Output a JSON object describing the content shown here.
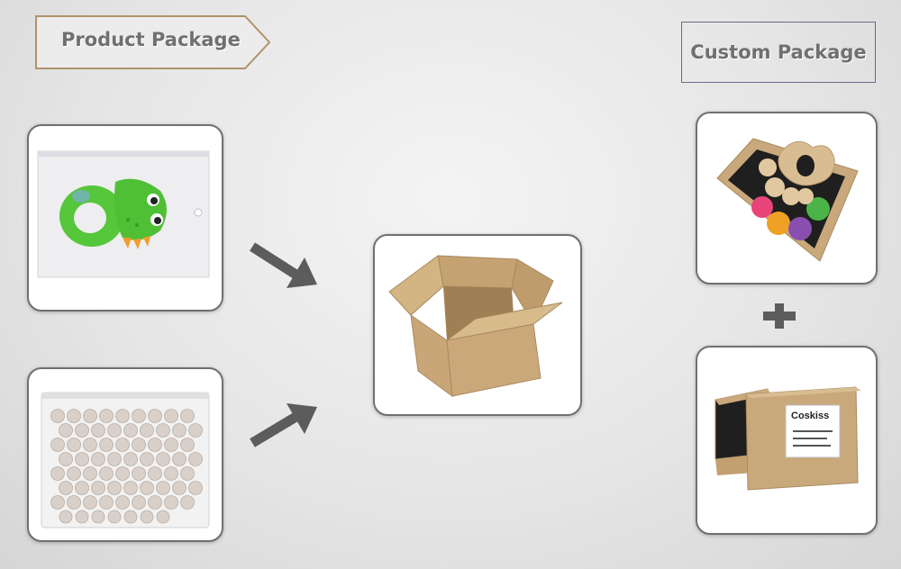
{
  "banners": {
    "product_package": "Product Package",
    "custom_package": "Custom Package"
  },
  "gift_box": {
    "brand_label": "Coskiss"
  },
  "colors": {
    "kraft": "#c9a97b",
    "arrow": "#5c5c5c",
    "teether_green": "#56c63b",
    "banner_border_left": "#b0936a",
    "banner_border_right": "#6a6a8c"
  }
}
